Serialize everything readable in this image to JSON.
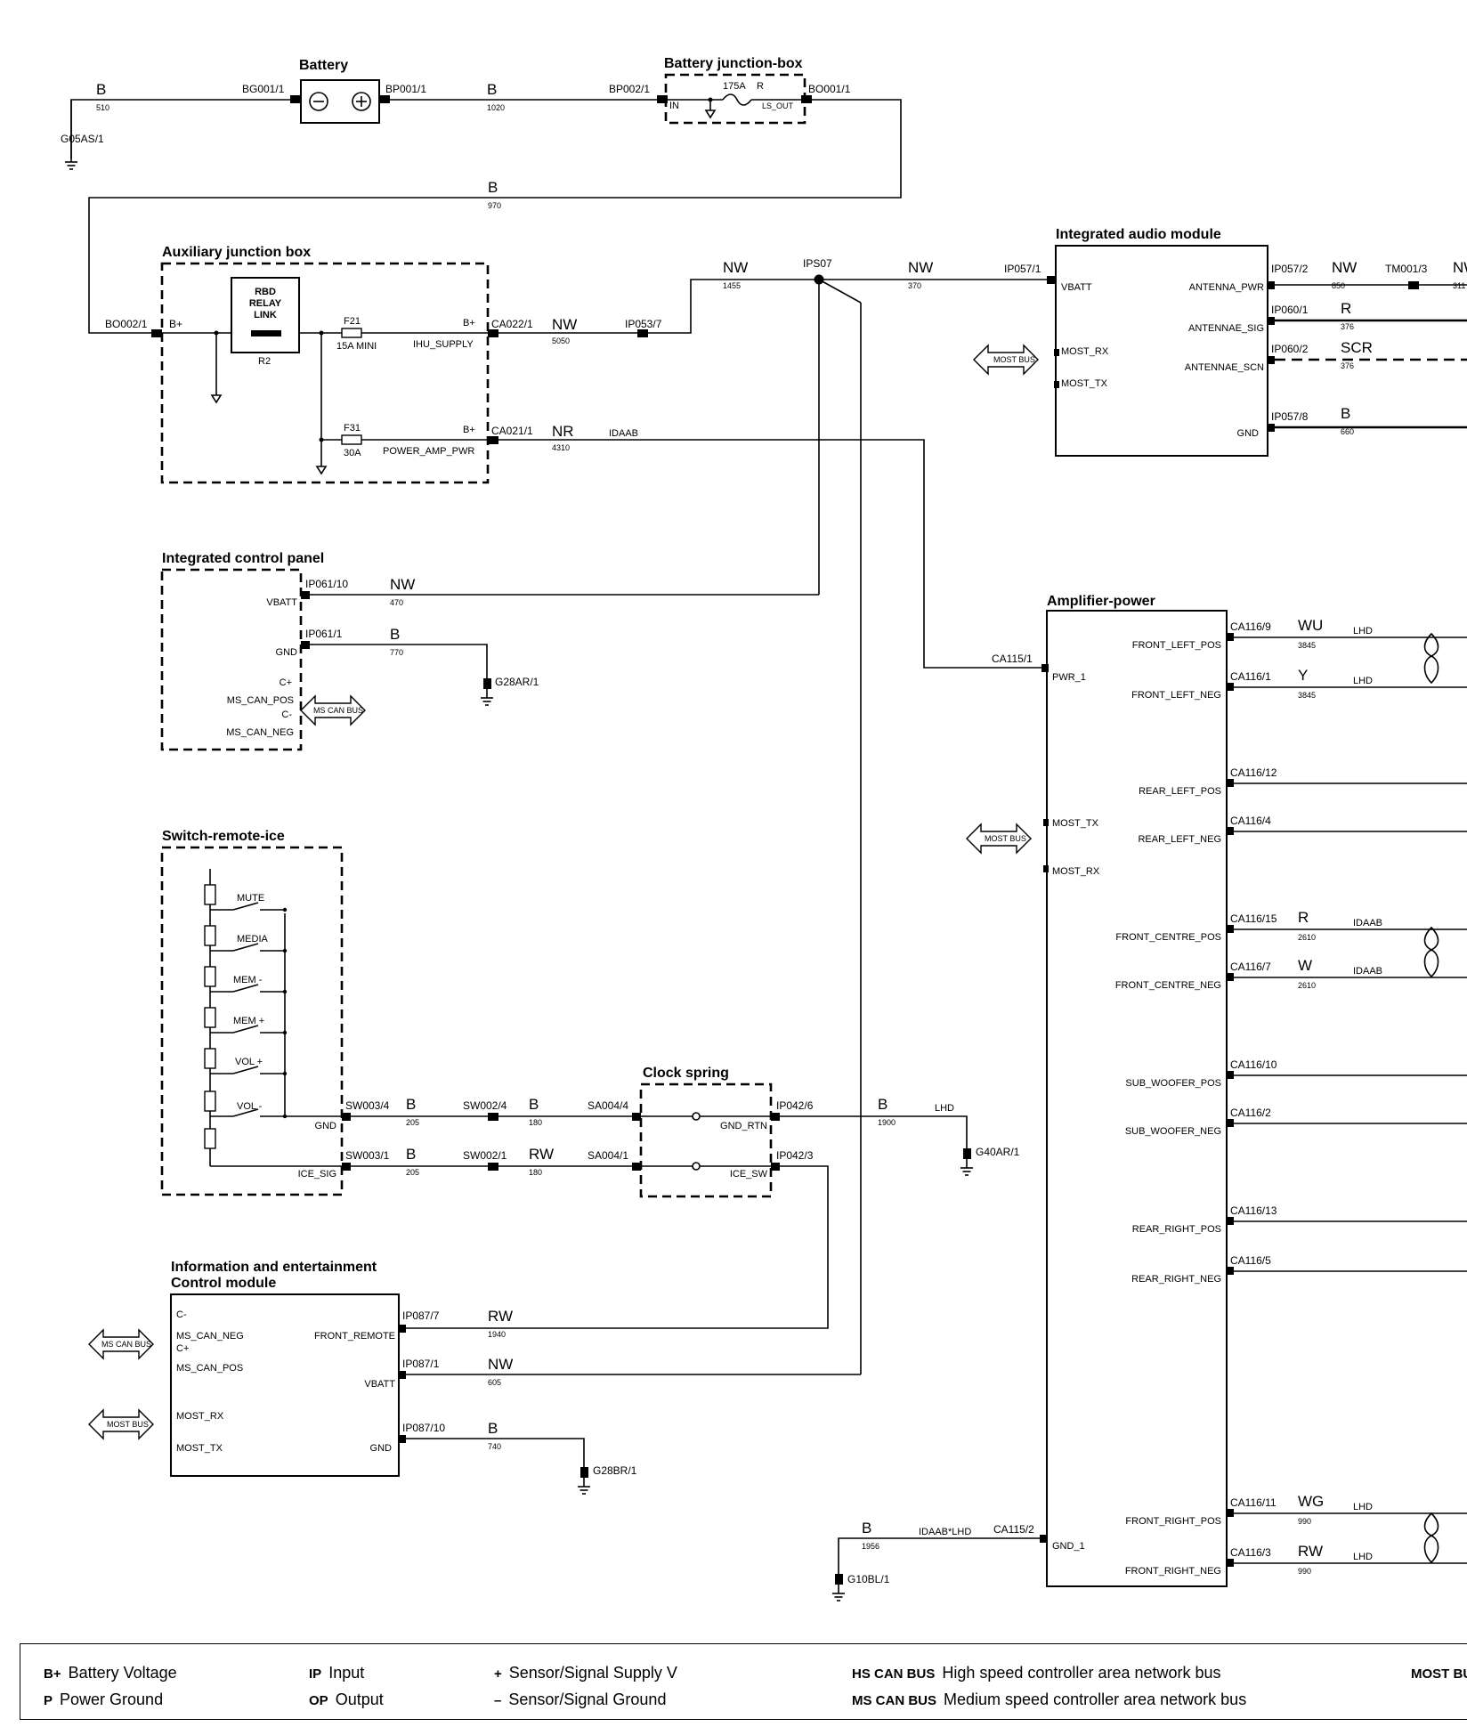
{
  "components": {
    "battery": "Battery",
    "battery_junction_box": "Battery junction-box",
    "auxiliary_junction_box": "Auxiliary junction box",
    "integrated_audio_module": "Integrated audio module",
    "integrated_control_panel": "Integrated control panel",
    "amplifier_power": "Amplifier-power",
    "switch_remote_ice": "Switch-remote-ice",
    "clock_spring": "Clock spring",
    "iecm_line1": "Information and entertainment",
    "iecm_line2": "Control module"
  },
  "bus_labels": {
    "most": "MOST BUS",
    "ms_can": "MS CAN BUS"
  },
  "battery_section": {
    "wire1_color": "B",
    "wire1_num": "510",
    "bg001": "BG001/1",
    "bp001": "BP001/1",
    "wire2_color": "B",
    "wire2_num": "1020",
    "bp002": "BP002/1",
    "pin_in": "IN",
    "fuse": "175A",
    "fuse_r": "R",
    "ls_out": "LS_OUT",
    "bo001": "BO001/1",
    "ground": "G05AS/1",
    "wire3_color": "B",
    "wire3_num": "970"
  },
  "aux_box": {
    "bo002": "BO002/1",
    "bplus1": "B+",
    "relay_line1": "RBD",
    "relay_line2": "RELAY",
    "relay_line3": "LINK",
    "relay_ref": "R2",
    "f21": "F21",
    "f21_rating": "15A MINI",
    "ihu_supply": "IHU_SUPPLY",
    "bplus2": "B+",
    "f31": "F31",
    "f31_rating": "30A",
    "power_amp_pwr": "POWER_AMP_PWR",
    "bplus3": "B+"
  },
  "wires": {
    "ca022": "CA022/1",
    "ca022_color": "NW",
    "ca022_num": "5050",
    "ip053": "IP053/7",
    "nw1455_color": "NW",
    "nw1455_num": "1455",
    "ips07": "IPS07",
    "nw370_color": "NW",
    "nw370_num": "370",
    "ip057_1": "IP057/1",
    "ca021": "CA021/1",
    "ca021_color": "NR",
    "ca021_num": "4310",
    "ca021_note": "IDAAB"
  },
  "audio_module": {
    "vbatt": "VBATT",
    "most_rx": "MOST_RX",
    "most_tx": "MOST_TX",
    "antenna_pwr": "ANTENNA_PWR",
    "antennae_sig": "ANTENNAE_SIG",
    "antennae_scn": "ANTENNAE_SCN",
    "gnd": "GND",
    "ip057_2": "IP057/2",
    "ip057_2_color": "NW",
    "ip057_2_num": "850",
    "tm001": "TM001/3",
    "tm_color": "NW",
    "tm_num": "311",
    "ip060_1": "IP060/1",
    "ip060_1_color": "R",
    "ip060_1_num": "376",
    "ip060_2": "IP060/2",
    "ip060_2_color": "SCR",
    "ip060_2_num": "376",
    "ip057_8": "IP057/8",
    "ip057_8_color": "B",
    "ip057_8_num": "660"
  },
  "control_panel": {
    "vbatt": "VBATT",
    "gnd": "GND",
    "c_plus": "C+",
    "ms_can_pos": "MS_CAN_POS",
    "c_minus": "C-",
    "ms_can_neg": "MS_CAN_NEG",
    "ip061_10": "IP061/10",
    "nw_color": "NW",
    "nw_num": "470",
    "ip061_1": "IP061/1",
    "b_color": "B",
    "b_num": "770",
    "ground": "G28AR/1"
  },
  "switch_remote": {
    "mute": "MUTE",
    "media": "MEDIA",
    "mem_minus": "MEM -",
    "mem_plus": "MEM +",
    "vol_plus": "VOL +",
    "vol_minus": "VOL -",
    "gnd": "GND",
    "ice_sig": "ICE_SIG",
    "sw003_4": "SW003/4",
    "b205_color": "B",
    "b205_num": "205",
    "sw002_4": "SW002/4",
    "b180_color": "B",
    "b180_num": "180",
    "sa004_4": "SA004/4",
    "sw003_1": "SW003/1",
    "b205b_color": "B",
    "b205b_num": "205",
    "sw002_1": "SW002/1",
    "rw180_color": "RW",
    "rw180_num": "180",
    "sa004_1": "SA004/1"
  },
  "clock_spring_pins": {
    "gnd_rtn": "GND_RTN",
    "ice_sw": "ICE_SW",
    "ip042_6": "IP042/6",
    "b1900_color": "B",
    "b1900_num": "1900",
    "lhd": "LHD",
    "ground": "G40AR/1",
    "ip042_3": "IP042/3"
  },
  "iecm": {
    "c_minus": "C-",
    "ms_can_neg": "MS_CAN_NEG",
    "c_plus": "C+",
    "ms_can_pos": "MS_CAN_POS",
    "most_rx": "MOST_RX",
    "most_tx": "MOST_TX",
    "front_remote": "FRONT_REMOTE",
    "vbatt": "VBATT",
    "gnd": "GND",
    "ip087_7": "IP087/7",
    "rw_color": "RW",
    "rw_num": "1940",
    "ip087_1": "IP087/1",
    "nw_color": "NW",
    "nw_num": "605",
    "ip087_10": "IP087/10",
    "b_color": "B",
    "b_num": "740",
    "ground": "G28BR/1"
  },
  "amplifier": {
    "pwr_1": "PWR_1",
    "ca115_1": "CA115/1",
    "most_tx": "MOST_TX",
    "most_rx": "MOST_RX",
    "gnd_1": "GND_1",
    "ca115_2": "CA115/2",
    "gnd_color": "B",
    "gnd_num": "1956",
    "gnd_note": "IDAAB*LHD",
    "ground": "G10BL/1",
    "outputs": [
      {
        "pin": "FRONT_LEFT_POS",
        "conn": "CA116/9",
        "color": "WU",
        "num": "3845",
        "note": "LHD"
      },
      {
        "pin": "FRONT_LEFT_NEG",
        "conn": "CA116/1",
        "color": "Y",
        "num": "3845",
        "note": "LHD"
      },
      {
        "pin": "REAR_LEFT_POS",
        "conn": "CA116/12",
        "color": "",
        "num": "",
        "note": ""
      },
      {
        "pin": "REAR_LEFT_NEG",
        "conn": "CA116/4",
        "color": "",
        "num": "",
        "note": ""
      },
      {
        "pin": "FRONT_CENTRE_POS",
        "conn": "CA116/15",
        "color": "R",
        "num": "2610",
        "note": "IDAAB"
      },
      {
        "pin": "FRONT_CENTRE_NEG",
        "conn": "CA116/7",
        "color": "W",
        "num": "2610",
        "note": "IDAAB"
      },
      {
        "pin": "SUB_WOOFER_POS",
        "conn": "CA116/10",
        "color": "",
        "num": "",
        "note": ""
      },
      {
        "pin": "SUB_WOOFER_NEG",
        "conn": "CA116/2",
        "color": "",
        "num": "",
        "note": ""
      },
      {
        "pin": "REAR_RIGHT_POS",
        "conn": "CA116/13",
        "color": "",
        "num": "",
        "note": ""
      },
      {
        "pin": "REAR_RIGHT_NEG",
        "conn": "CA116/5",
        "color": "",
        "num": "",
        "note": ""
      },
      {
        "pin": "FRONT_RIGHT_POS",
        "conn": "CA116/11",
        "color": "WG",
        "num": "990",
        "note": "LHD"
      },
      {
        "pin": "FRONT_RIGHT_NEG",
        "conn": "CA116/3",
        "color": "RW",
        "num": "990",
        "note": "LHD"
      }
    ]
  },
  "legend": {
    "bplus_abbr": "B+",
    "bplus_text": "Battery Voltage",
    "p_abbr": "P",
    "p_text": "Power Ground",
    "ip_abbr": "IP",
    "ip_text": "Input",
    "op_abbr": "OP",
    "op_text": "Output",
    "plus_abbr": "+",
    "plus_text": "Sensor/Signal Supply V",
    "minus_abbr": "–",
    "minus_text": "Sensor/Signal Ground",
    "hs_abbr": "HS CAN BUS",
    "hs_text": "High speed controller area network bus",
    "ms_abbr": "MS CAN BUS",
    "ms_text": "Medium speed controller area network bus",
    "most_abbr": "MOST BU"
  }
}
